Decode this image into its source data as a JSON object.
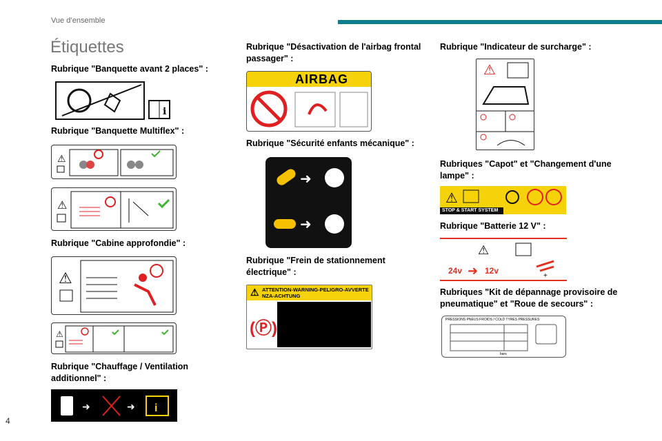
{
  "header": {
    "section": "Vue d’ensemble",
    "title": "Étiquettes",
    "page_number": "4"
  },
  "col1": {
    "banquette2": "Rubrique \"Banquette avant 2 places\" :",
    "multiflex": "Rubrique \"Banquette Multiflex\" :",
    "cabine": "Rubrique \"Cabine approfondie\" :",
    "chauffage": "Rubrique \"Chauffage / Ventilation additionnel\" :"
  },
  "col2": {
    "airbag": "Rubrique \"Désactivation de l'airbag frontal passager\" :",
    "airbag_label": "AIRBAG",
    "securite": "Rubrique \"Sécurité enfants mécanique\" :",
    "frein": "Rubrique \"Frein de stationnement électrique\" :",
    "frein_label": "ATTENTION-WARNING-PELIGRO-AVVERTENZA-ACHTUNG"
  },
  "col3": {
    "surcharge": "Rubrique \"Indicateur de surcharge\" :",
    "capot": "Rubriques \"Capot\" et \"Changement d'une lampe\" :",
    "capot_label": "STOP & START SYSTEM",
    "batterie": "Rubrique \"Batterie 12 V\" :",
    "batt_24": "24v",
    "batt_12": "12v",
    "kit": "Rubriques \"Kit de dépannage provisoire de pneumatique\" et \"Roue de secours\" :",
    "kit_label": "PRESSIONS PNEUS FROIDS / COLD TYRES PRESSURES",
    "kit_unit": "bars"
  },
  "colors": {
    "accent": "#0e7c8c",
    "warning_yellow": "#f5d20a",
    "prohibit_red": "#e02020",
    "ok_green": "#3cb62c",
    "battery_red": "#e03020"
  }
}
